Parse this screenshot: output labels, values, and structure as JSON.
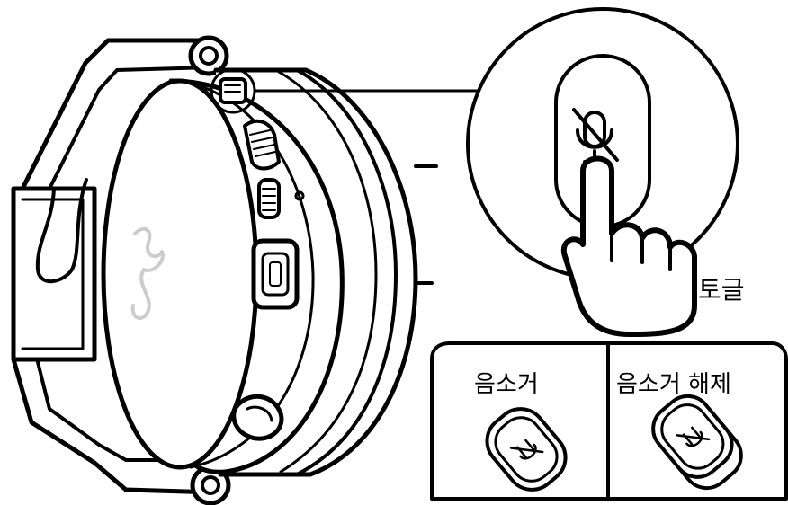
{
  "labels": {
    "toggle": "토글",
    "muted": "음소거",
    "unmuted": "음소거 해제"
  },
  "icons": {
    "headset": "headset-earcup-icon",
    "mute_button": "mic-mute-button-icon",
    "hand": "pointing-hand-icon",
    "muted_state": "mute-button-pressed-icon",
    "unmuted_state": "mute-button-raised-icon"
  },
  "colors": {
    "line": "#000000",
    "background": "#ffffff",
    "logo": "#cccccc"
  }
}
